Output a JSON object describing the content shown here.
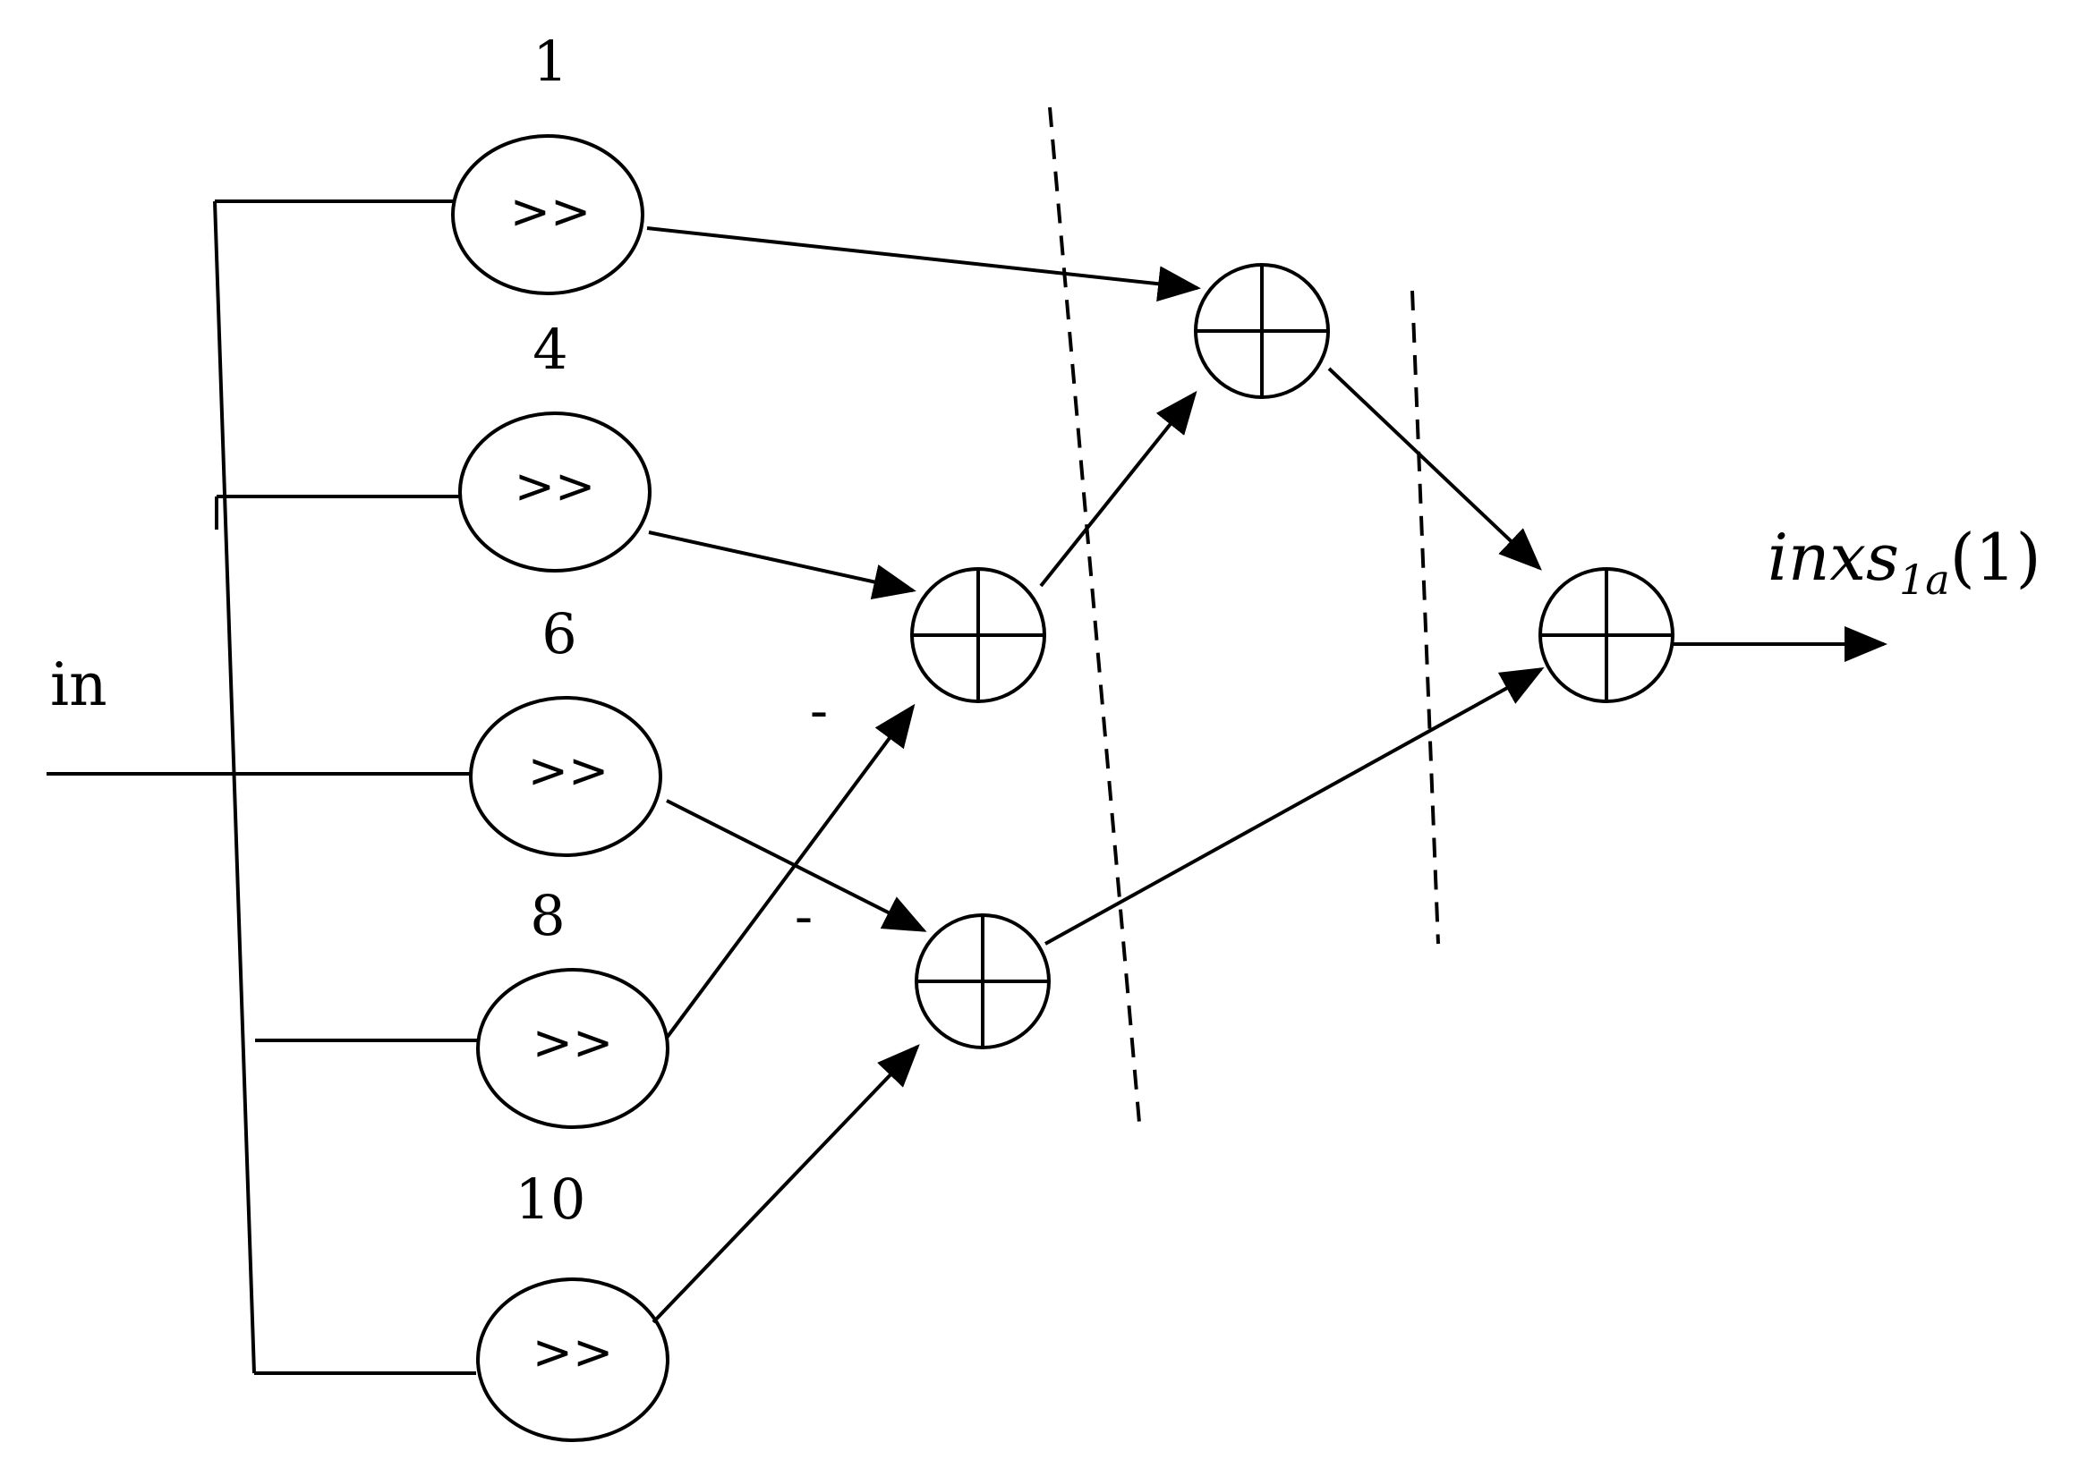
{
  "input_label": "in",
  "shift_symbol": ">>",
  "shift_amounts": [
    "1",
    "4",
    "6",
    "8",
    "10"
  ],
  "minus_sign": "-",
  "output": {
    "base": "inxs",
    "subscript": "1a",
    "argument": "(1)"
  }
}
